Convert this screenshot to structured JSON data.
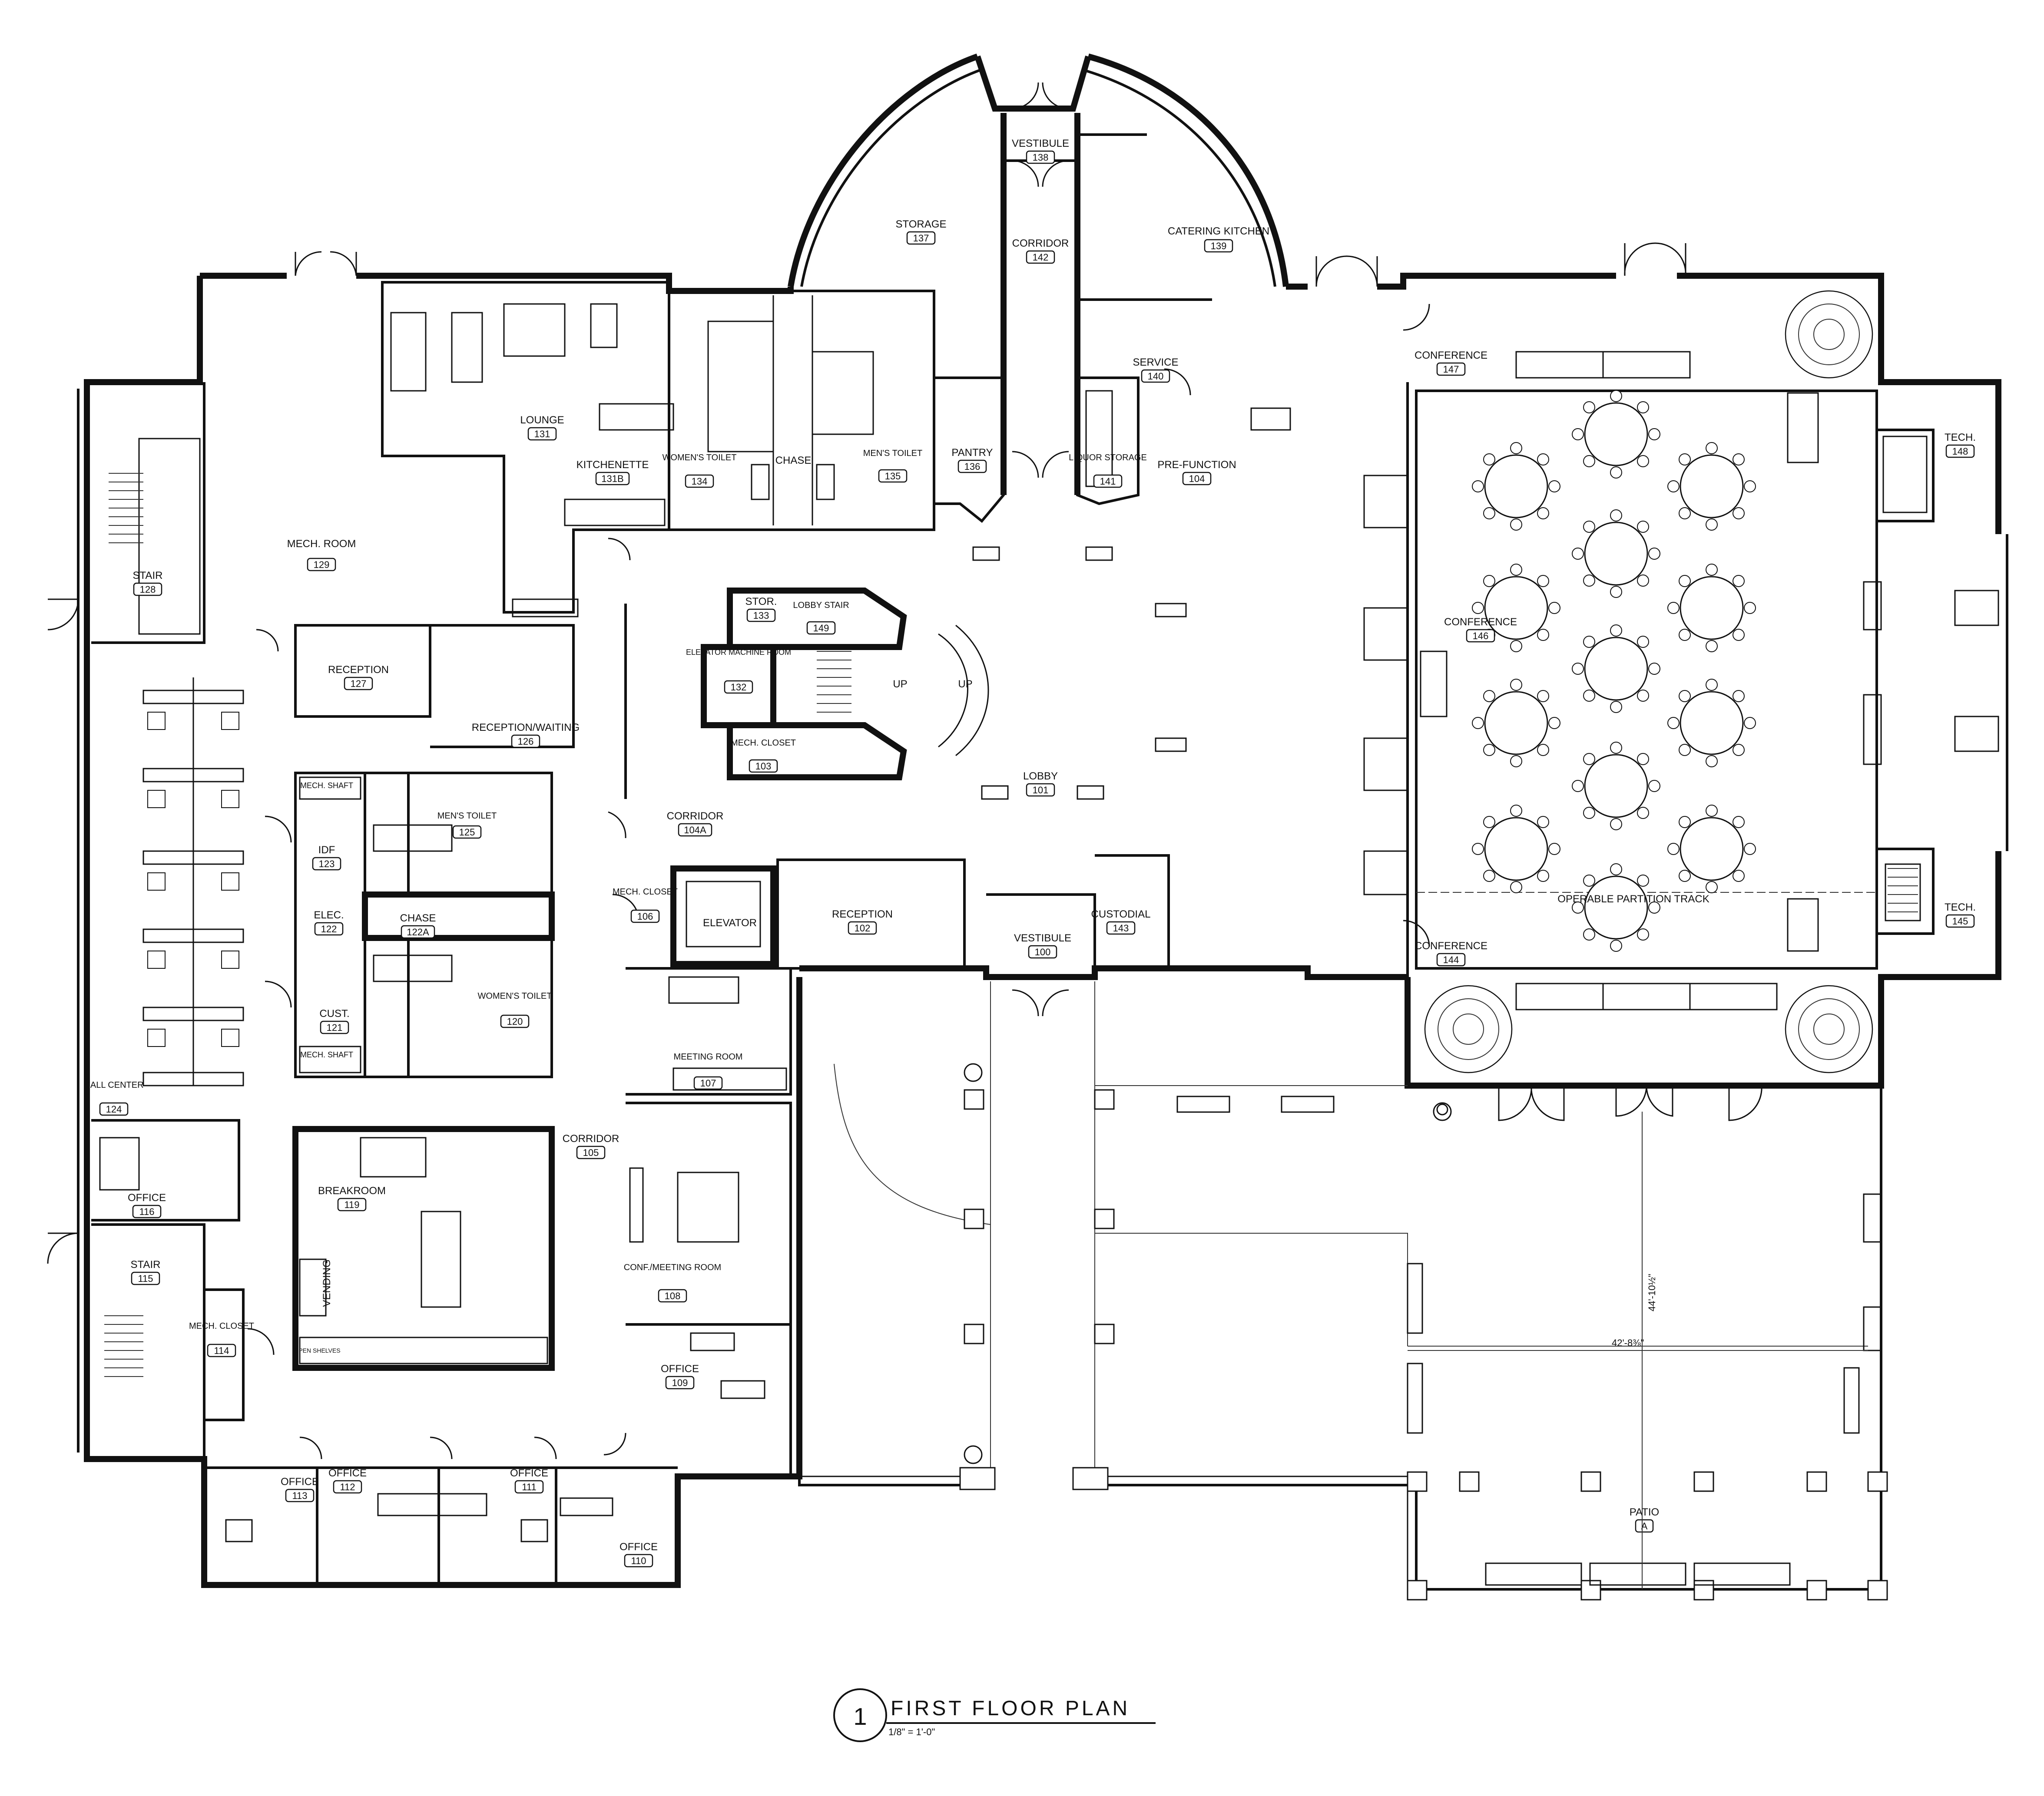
{
  "rooms": [
    {
      "name": "VESTIBULE",
      "number": "138"
    },
    {
      "name": "STORAGE",
      "number": "137"
    },
    {
      "name": "CORRIDOR",
      "number": "142"
    },
    {
      "name": "CATERING KITCHEN",
      "number": "139"
    },
    {
      "name": "SERVICE",
      "number": "140"
    },
    {
      "name": "LOUNGE",
      "number": "131"
    },
    {
      "name": "KITCHENETTE",
      "number": "131B"
    },
    {
      "name": "WOMEN'S TOILET",
      "number": "134"
    },
    {
      "name": "CHASE",
      "number": ""
    },
    {
      "name": "MEN'S TOILET",
      "number": "135"
    },
    {
      "name": "PANTRY",
      "number": "136"
    },
    {
      "name": "LIQUOR STORAGE",
      "number": "141"
    },
    {
      "name": "PRE-FUNCTION",
      "number": "104"
    },
    {
      "name": "CONFERENCE",
      "number": "147"
    },
    {
      "name": "TECH.",
      "number": "148"
    },
    {
      "name": "MECH. ROOM",
      "number": "129"
    },
    {
      "name": "STAIR",
      "number": "128"
    },
    {
      "name": "STOR.",
      "number": "133"
    },
    {
      "name": "LOBBY STAIR",
      "number": "149"
    },
    {
      "name": "ELEVATOR MACHINE ROOM",
      "number": "132"
    },
    {
      "name": "MECH. CLOSET",
      "number": "103"
    },
    {
      "name": "CONFERENCE",
      "number": "146"
    },
    {
      "name": "RECEPTION",
      "number": "127"
    },
    {
      "name": "RECEPTION/WAITING",
      "number": "126"
    },
    {
      "name": "LOBBY",
      "number": "101"
    },
    {
      "name": "MECH. SHAFT",
      "number": ""
    },
    {
      "name": "MEN'S TOILET",
      "number": "125"
    },
    {
      "name": "IDF",
      "number": "123"
    },
    {
      "name": "CORRIDOR",
      "number": "104A"
    },
    {
      "name": "ELEC.",
      "number": "122"
    },
    {
      "name": "CHASE",
      "number": "122A"
    },
    {
      "name": "MECH. CLOSET",
      "number": "106"
    },
    {
      "name": "ELEVATOR",
      "number": ""
    },
    {
      "name": "RECEPTION",
      "number": "102"
    },
    {
      "name": "VESTIBULE",
      "number": "100"
    },
    {
      "name": "CUSTODIAL",
      "number": "143"
    },
    {
      "name": "CONFERENCE",
      "number": "144"
    },
    {
      "name": "TECH.",
      "number": "145"
    },
    {
      "name": "CUST.",
      "number": "121"
    },
    {
      "name": "WOMEN'S TOILET",
      "number": "120"
    },
    {
      "name": "MECH. SHAFT",
      "number": ""
    },
    {
      "name": "MEETING ROOM",
      "number": "107"
    },
    {
      "name": "CALL CENTER",
      "number": "124"
    },
    {
      "name": "OFFICE",
      "number": "116"
    },
    {
      "name": "BREAKROOM",
      "number": "119"
    },
    {
      "name": "CORRIDOR",
      "number": "105"
    },
    {
      "name": "STAIR",
      "number": "115"
    },
    {
      "name": "CONF./MEETING ROOM",
      "number": "108"
    },
    {
      "name": "MECH. CLOSET",
      "number": "114"
    },
    {
      "name": "OFFICE",
      "number": "109"
    },
    {
      "name": "OFFICE",
      "number": "113"
    },
    {
      "name": "OFFICE",
      "number": "112"
    },
    {
      "name": "OFFICE",
      "number": "111"
    },
    {
      "name": "OFFICE",
      "number": "110"
    },
    {
      "name": "PATIO",
      "number": "A"
    }
  ],
  "annotations": {
    "up_1": "UP",
    "up_2": "UP",
    "operable_partition": "OPERABLE PARTITION TRACK",
    "vending": "VENDING",
    "open_shelves": "OPEN SHELVES"
  },
  "dimensions": {
    "vertical": "44'-10½\"",
    "horizontal": "42'-8⅜\""
  },
  "title": {
    "number": "1",
    "text": "FIRST FLOOR PLAN",
    "scale": "1/8\" = 1'-0\""
  }
}
